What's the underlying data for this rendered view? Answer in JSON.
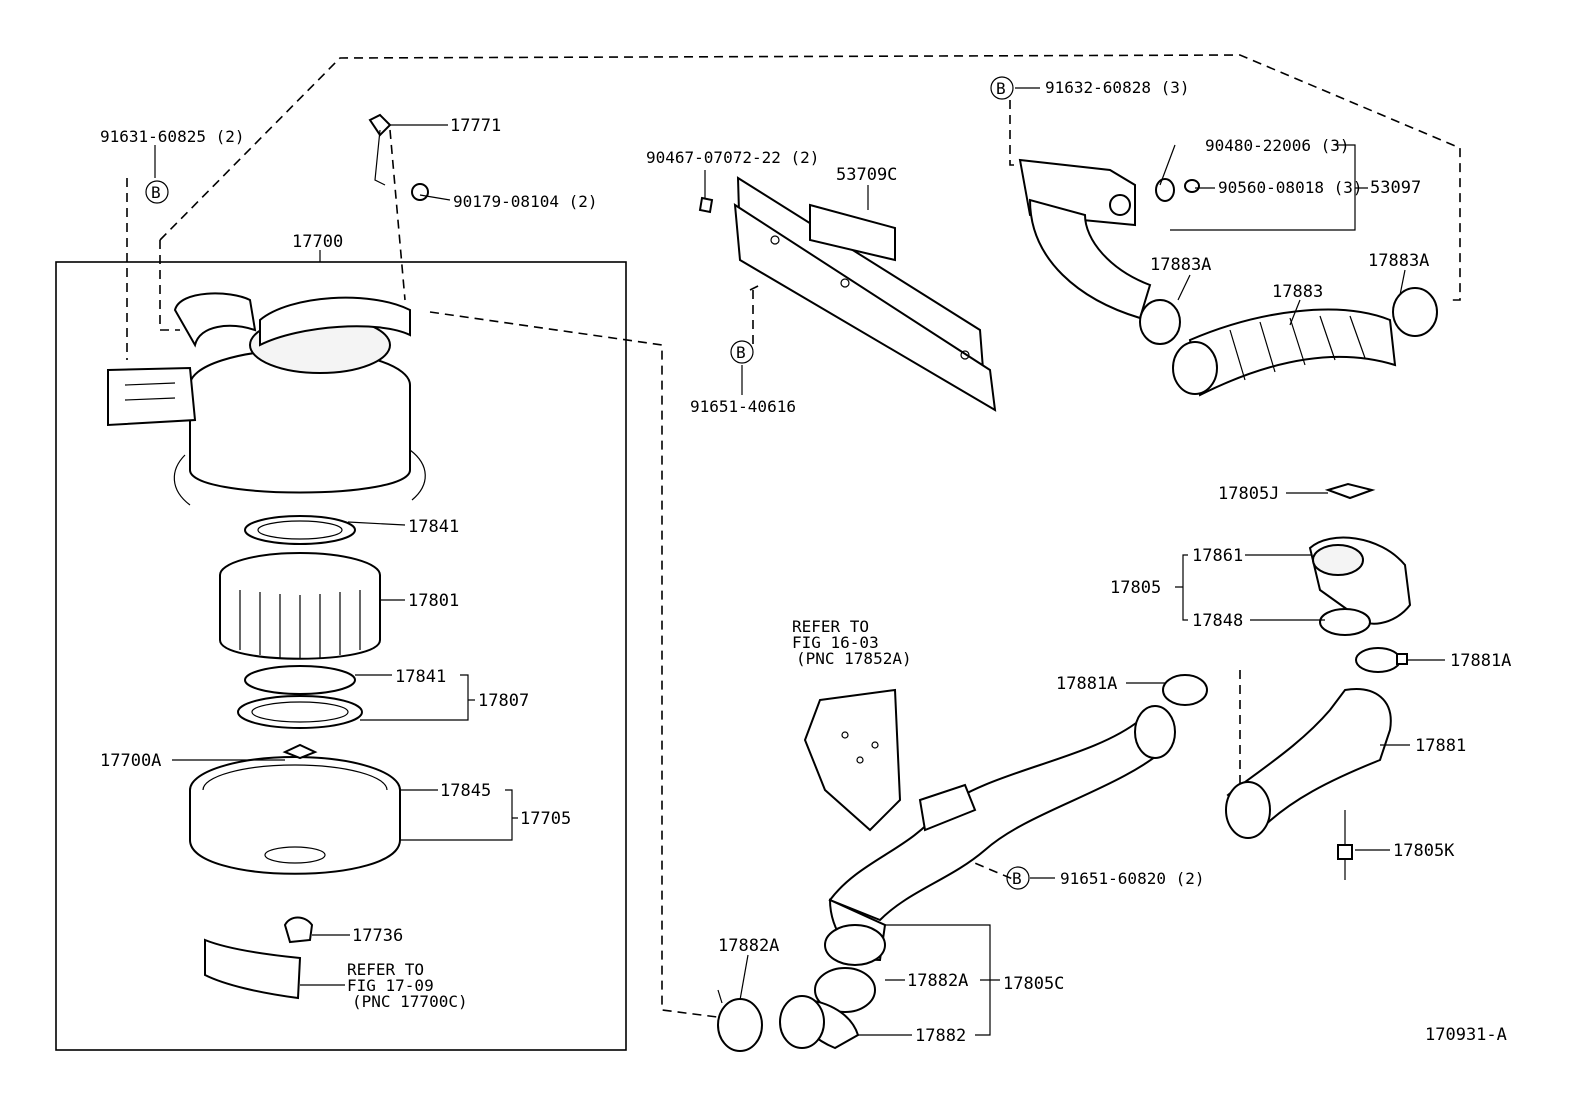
{
  "diagram_id": "170931-A",
  "callouts": {
    "p91631": "91631-60825 (2)",
    "p17771": "17771",
    "p90179": "90179-08104 (2)",
    "p17700": "17700",
    "p17841a": "17841",
    "p17801": "17801",
    "p17841b": "17841",
    "p17807": "17807",
    "p17700A": "17700A",
    "p17845": "17845",
    "p17705": "17705",
    "p17736": "17736",
    "p90467": "90467-07072-22 (2)",
    "p53709C": "53709C",
    "p91651_40616": "91651-40616",
    "p91632": "91632-60828 (3)",
    "p90480": "90480-22006 (3)",
    "p90560": "90560-08018 (3)",
    "p53097": "53097",
    "p17883A_l": "17883A",
    "p17883": "17883",
    "p17883A_r": "17883A",
    "p17805J": "17805J",
    "p17861": "17861",
    "p17805": "17805",
    "p17848": "17848",
    "p17881A_r": "17881A",
    "p17881A_l": "17881A",
    "p17881": "17881",
    "p17805K": "17805K",
    "p91651_60820": "91651-60820 (2)",
    "p17882A_t": "17882A",
    "p17882A_m": "17882A",
    "p17805C": "17805C",
    "p17882": "17882"
  },
  "bubbles": {
    "b1": "B",
    "b2": "B",
    "b3": "B",
    "b4": "B"
  },
  "notes": {
    "ref1": {
      "l1": "REFER TO",
      "l2": "FIG 17-09",
      "l3": "(PNC 17700C)"
    },
    "ref2": {
      "l1": "REFER TO",
      "l2": "FIG 16-03",
      "l3": "(PNC 17852A)"
    }
  }
}
